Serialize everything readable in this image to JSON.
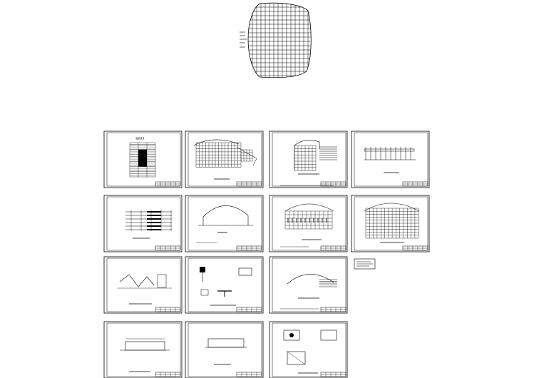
{
  "sheets": [
    {
      "id": "s1",
      "label": "图纸目录",
      "kind": "index"
    },
    {
      "id": "s2",
      "label": "",
      "kind": "plan-net"
    },
    {
      "id": "s3",
      "label": "",
      "kind": "corner-plan"
    },
    {
      "id": "s4",
      "label": "",
      "kind": "elevation"
    },
    {
      "id": "s5",
      "label": "",
      "kind": "detail-lines"
    },
    {
      "id": "s6",
      "label": "",
      "kind": "arch-section"
    },
    {
      "id": "s7",
      "label": "",
      "kind": "arch-elevation"
    },
    {
      "id": "s8",
      "label": "",
      "kind": "arch-grid"
    },
    {
      "id": "s9",
      "label": "",
      "kind": "truss-detail"
    },
    {
      "id": "s10",
      "label": "",
      "kind": "node-details"
    },
    {
      "id": "s11",
      "label": "",
      "kind": "arch-curve"
    },
    {
      "id": "s12",
      "label": "",
      "kind": "section-box"
    },
    {
      "id": "s13",
      "label": "",
      "kind": "small-elevation"
    },
    {
      "id": "s14",
      "label": "",
      "kind": "plan-details"
    }
  ],
  "dome": {
    "kind": "lattice-dome"
  },
  "note": {
    "kind": "legend-box"
  }
}
